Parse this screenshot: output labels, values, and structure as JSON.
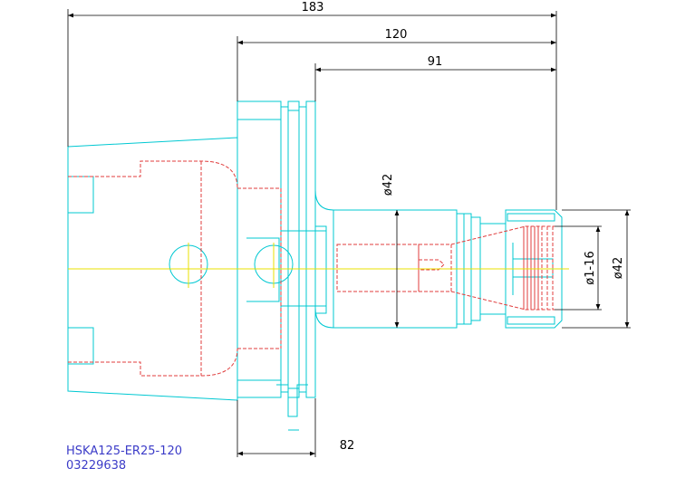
{
  "dimensions": {
    "overall_length": "183",
    "length_from_flange": "120",
    "length_from_collar": "91",
    "bottom_length": "82",
    "body_diameter": "ø42",
    "nut_diameter": "ø42",
    "clamping_range": "ø1-16"
  },
  "part": {
    "model": "HSKA125-ER25-120",
    "number": "03229638"
  },
  "colors": {
    "outline": "#00c8d2",
    "hidden": "#e03c3c",
    "centerline": "#e8e000",
    "dimension": "#000000",
    "label": "#3c3cc8"
  }
}
